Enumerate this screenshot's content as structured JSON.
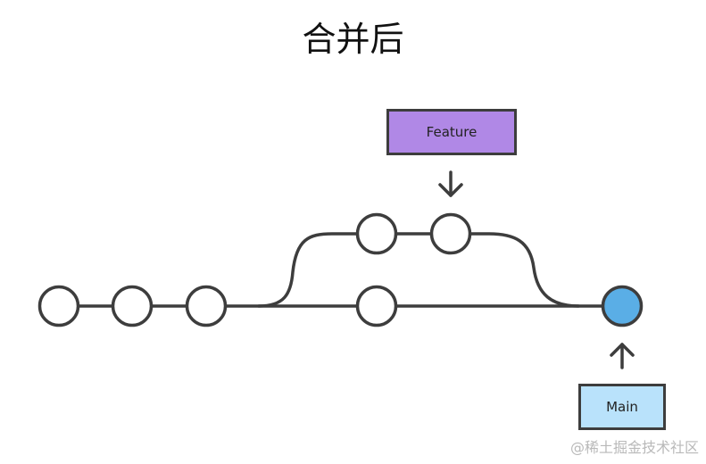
{
  "title": "合并后",
  "labels": {
    "feature": "Feature",
    "main": "Main"
  },
  "watermark": "@稀土掘金技术社区",
  "colors": {
    "feature_fill": "#b088e6",
    "main_fill": "#b9e2fb",
    "head_commit_fill": "#5aaee6",
    "commit_fill": "#ffffff",
    "stroke": "#3d3d3d"
  }
}
